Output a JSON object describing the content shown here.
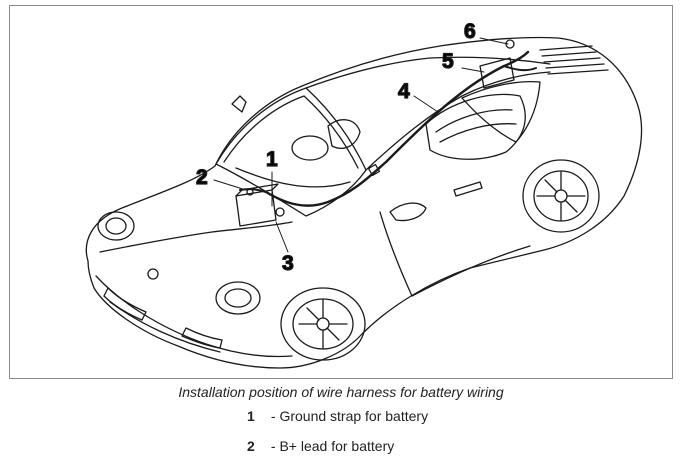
{
  "figure": {
    "callouts": [
      {
        "id": "1",
        "label": "1"
      },
      {
        "id": "2",
        "label": "2"
      },
      {
        "id": "3",
        "label": "3"
      },
      {
        "id": "4",
        "label": "4"
      },
      {
        "id": "5",
        "label": "5"
      },
      {
        "id": "6",
        "label": "6"
      }
    ]
  },
  "caption": "Installation position of wire harness for battery wiring",
  "legend": [
    {
      "number": "1",
      "text": "- Ground strap for battery"
    },
    {
      "number": "2",
      "text": "- B+ lead for battery"
    }
  ]
}
